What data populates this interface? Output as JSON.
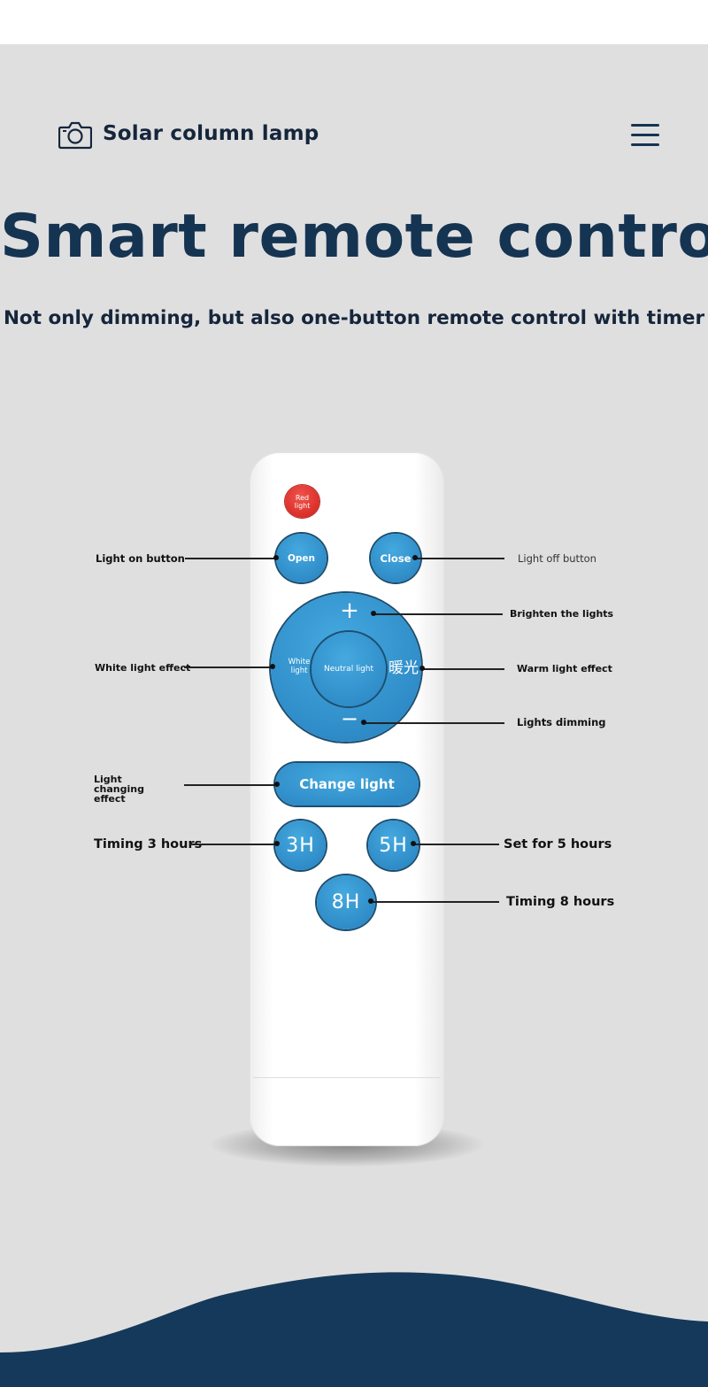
{
  "header": {
    "icon": "camera-icon",
    "title": "Solar column lamp",
    "menu_icon": "hamburger-menu-icon"
  },
  "headline": "Smart remote control",
  "subheadline": "Not only dimming, but also one-button remote control with timer",
  "remote": {
    "red_button": "Red light",
    "open": "Open",
    "close": "Close",
    "plus": "+",
    "minus": "−",
    "white_light": "White light",
    "neutral_light": "Neutral light",
    "warm_light": "暖光",
    "change_light": "Change light",
    "timer_3": "3H",
    "timer_5": "5H",
    "timer_8": "8H"
  },
  "callouts": {
    "light_on": "Light on button",
    "light_off": "Light off button",
    "brighten": "Brighten the lights",
    "white_effect": "White light effect",
    "warm_effect": "Warm light effect",
    "dimming": "Lights dimming",
    "changing": "Light changing effect",
    "timing_3": "Timing 3 hours",
    "timing_5": "Set for 5 hours",
    "timing_8": "Timing 8 hours"
  },
  "colors": {
    "background": "#e0dfe0",
    "navy": "#153452",
    "button_blue": "#2f8cc8",
    "red_button": "#d62a24"
  }
}
